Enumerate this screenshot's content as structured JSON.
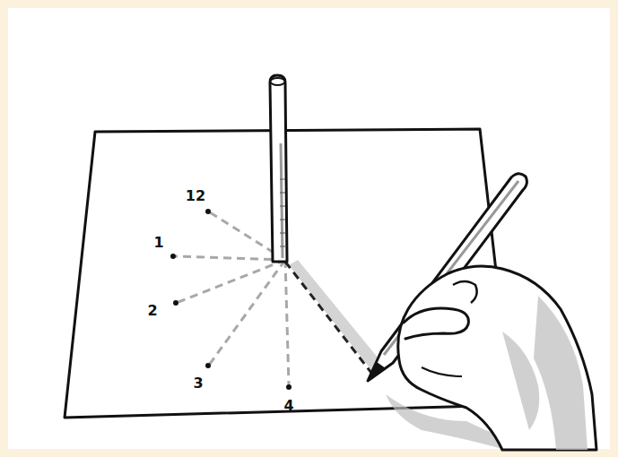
{
  "diagram": {
    "labels": [
      "12",
      "1",
      "2",
      "3",
      "4"
    ]
  }
}
